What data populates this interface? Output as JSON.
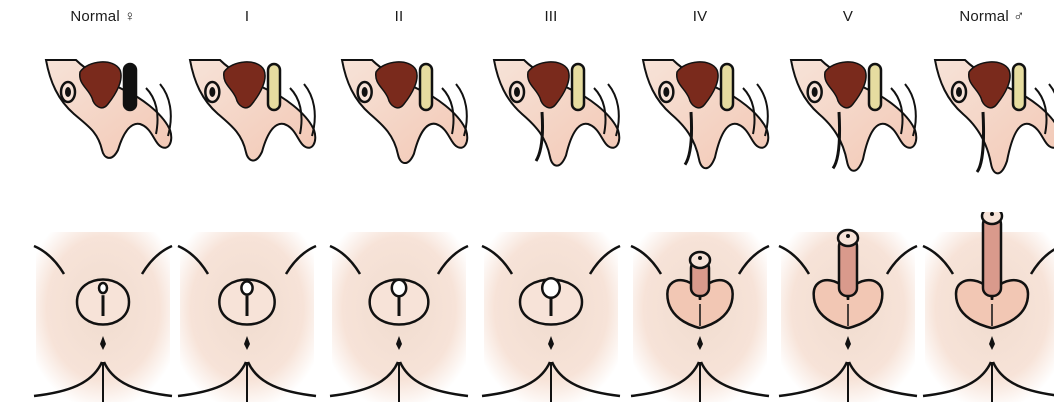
{
  "stages": [
    {
      "label": "Normal ♀",
      "index": 0
    },
    {
      "label": "I",
      "index": 1
    },
    {
      "label": "II",
      "index": 2
    },
    {
      "label": "III",
      "index": 3
    },
    {
      "label": "IV",
      "index": 4
    },
    {
      "label": "V",
      "index": 5
    },
    {
      "label": "Normal ♂",
      "index": 6
    }
  ],
  "colors": {
    "skin": "#f2c7b4",
    "skin_fade": "#f7e3d8",
    "organ": "#7a2a1c",
    "organ_light": "#a6402a",
    "gland": "#e6dca0",
    "outline": "#111111",
    "shading": "#f0dccf",
    "penis": "#d99a8c"
  }
}
